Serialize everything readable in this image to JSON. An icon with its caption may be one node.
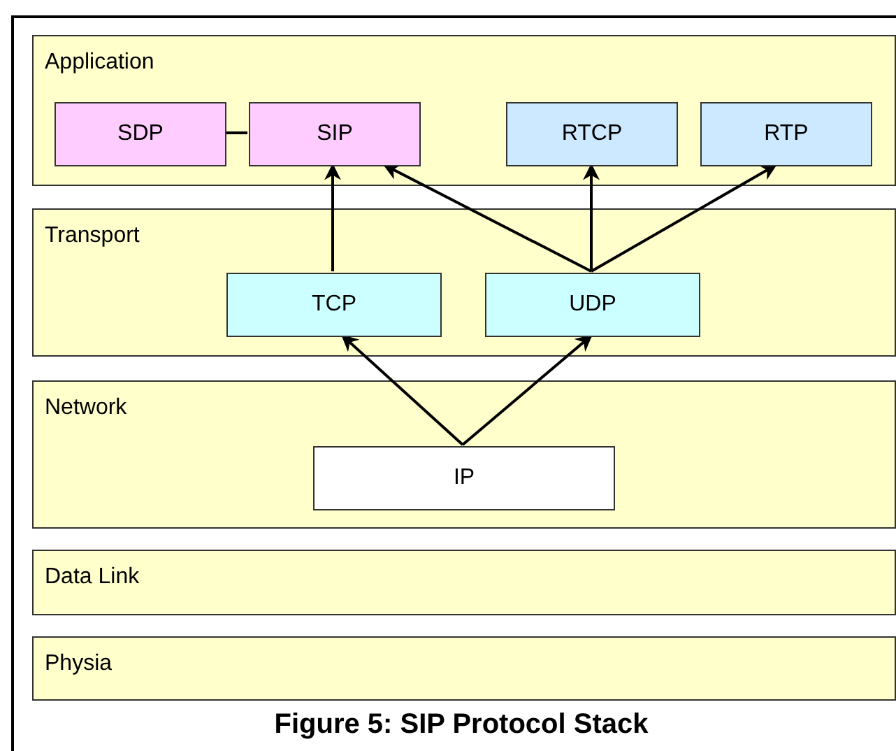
{
  "diagram": {
    "caption": "Figure 5: SIP Protocol Stack",
    "nodes": [
      {
        "text": [
          "Application"
        ]
      },
      {
        "text": [
          "SDP"
        ],
        "in": 0
      },
      {
        "text": [
          "SIP"
        ],
        "in": 0
      },
      {
        "text": [
          "RTCP"
        ],
        "in": 0
      },
      {
        "text": [
          "RTP"
        ],
        "in": 0
      },
      {
        "text": [
          "Transport"
        ]
      },
      {
        "text": [
          "TCP"
        ],
        "in": 5
      },
      {
        "text": [
          "UDP"
        ],
        "in": 5
      },
      {
        "text": [
          "Network"
        ]
      },
      {
        "text": [
          "IP"
        ],
        "in": 8
      },
      {
        "text": [
          "Data Link"
        ]
      },
      {
        "text": [
          "Physia"
        ]
      }
    ],
    "edges": [
      {
        "from": 1,
        "to": 2,
        "arrow": "none"
      },
      {
        "from": 6,
        "to": 2,
        "arrow": "to"
      },
      {
        "from": 7,
        "to": 2,
        "arrow": "to"
      },
      {
        "from": 7,
        "to": 3,
        "arrow": "to"
      },
      {
        "from": 7,
        "to": 4,
        "arrow": "to"
      },
      {
        "from": 9,
        "to": 6,
        "arrow": "to"
      },
      {
        "from": 9,
        "to": 7,
        "arrow": "to"
      }
    ]
  }
}
